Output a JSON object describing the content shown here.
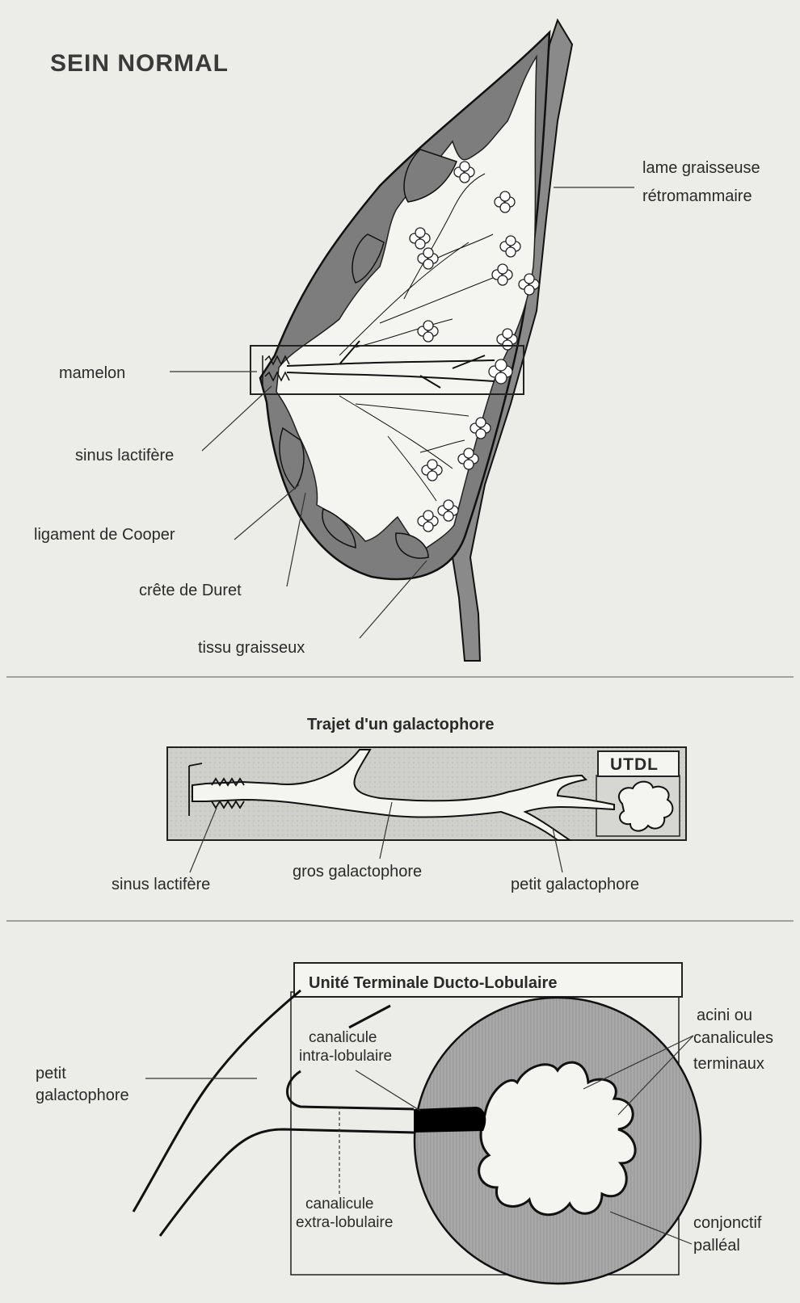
{
  "title": "SEIN NORMAL",
  "panel1": {
    "labels": {
      "lame_1": "lame graisseuse",
      "lame_2": "rétromammaire",
      "mamelon": "mamelon",
      "sinus": "sinus lactifère",
      "ligament": "ligament de Cooper",
      "crete": "crête de Duret",
      "tissu": "tissu graisseux"
    }
  },
  "panel2": {
    "title": "Trajet d'un galactophore",
    "utdl": "UTDL",
    "labels": {
      "sinus": "sinus lactifère",
      "gros": "gros galactophore",
      "petit": "petit galactophore"
    }
  },
  "panel3": {
    "title": "Unité Terminale Ducto-Lobulaire",
    "labels": {
      "petit_1": "petit",
      "petit_2": "galactophore",
      "intra_1": "canalicule",
      "intra_2": "intra-lobulaire",
      "acini_1": "acini ou",
      "acini_2": "canalicules",
      "acini_3": "terminaux",
      "extra_1": "canalicule",
      "extra_2": "extra-lobulaire",
      "conj_1": "conjonctif",
      "conj_2": "palléal"
    }
  },
  "colors": {
    "background": "#ecece8",
    "dark_tissue": "#7d7d7d",
    "glandular": "#f4f4f0",
    "lobule_gray": "#a9a9a9",
    "duct_black": "#000000"
  }
}
